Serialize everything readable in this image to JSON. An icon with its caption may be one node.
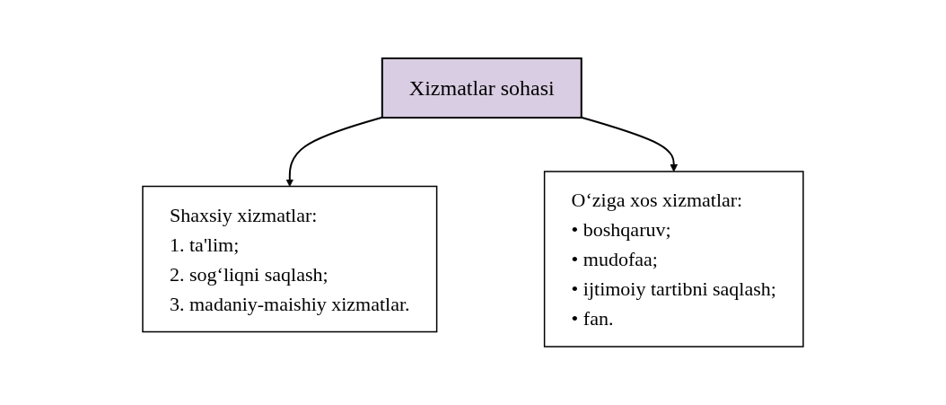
{
  "diagram": {
    "nodes": [
      {
        "text": [
          "Xizmatlar sohasi"
        ]
      },
      {
        "text": [
          "Shaxsiy xizmatlar:",
          "1. ta'lim;",
          "2. sog‘liqni saqlash;",
          "3. madaniy-maishiy xizmatlar."
        ]
      },
      {
        "text": [
          "O‘ziga xos xizmatlar:",
          "• boshqaruv;",
          "• mudofaa;",
          "• ijtimoiy tartibni saqlash;",
          "• fan."
        ]
      }
    ],
    "edges": [
      {
        "from": 0,
        "to": 1,
        "arrow": "to"
      },
      {
        "from": 0,
        "to": 2,
        "arrow": "to"
      }
    ]
  }
}
